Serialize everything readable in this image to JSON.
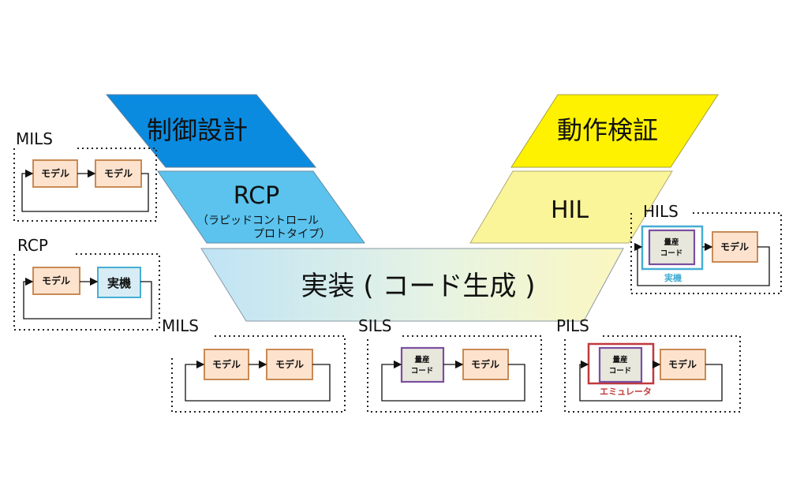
{
  "v_shape": {
    "control_design": "制御設計",
    "rcp": "RCP",
    "rcp_sub_1": "（ラピッドコントロール",
    "rcp_sub_2": "プロトタイプ）",
    "implementation": "実装 ( コード生成 )",
    "verification": "動作検証",
    "hil": "HIL"
  },
  "panels": {
    "mils_left": {
      "title": "MILS",
      "block_a": "モデル",
      "block_b": "モデル"
    },
    "rcp_left": {
      "title": "RCP",
      "block_a": "モデル",
      "block_b": "実機"
    },
    "mils_bottom": {
      "title": "MILS",
      "block_a": "モデル",
      "block_b": "モデル"
    },
    "sils": {
      "title": "SILS",
      "code_1": "量産",
      "code_2": "コード",
      "block_b": "モデル"
    },
    "pils": {
      "title": "PILS",
      "code_1": "量産",
      "code_2": "コード",
      "block_b": "モデル",
      "caption": "エミュレータ"
    },
    "hils": {
      "title": "HILS",
      "code_1": "量産",
      "code_2": "コード",
      "block_b": "モデル",
      "caption": "実機"
    }
  },
  "colors": {
    "control_design": "#0a8be0",
    "rcp": "#5bc3ee",
    "verification": "#fff200",
    "hil": "#fbf59a",
    "model_fill": "#fde3ce",
    "model_border": "#c98a54",
    "jikki_fill": "#d7ecf5",
    "jikki_border": "#46aed4",
    "code_fill": "#e7e7dc",
    "code_border": "#7a4fa0",
    "emulator_border": "#c0393b"
  }
}
